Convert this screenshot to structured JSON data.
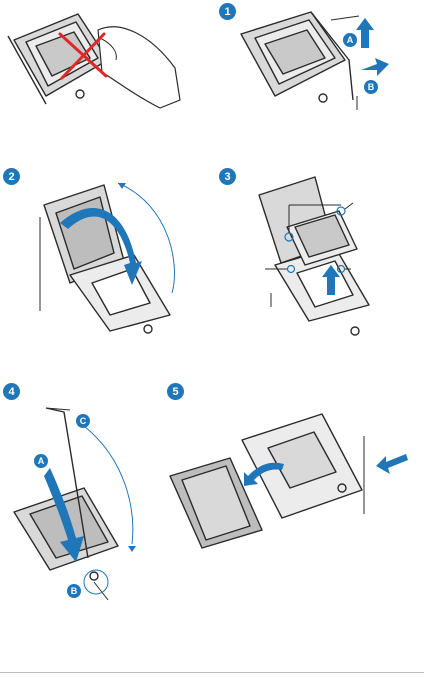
{
  "steps": {
    "s1": "1",
    "s2": "2",
    "s3": "3",
    "s4": "4",
    "s5": "5"
  },
  "labels": {
    "a1": "A",
    "b1": "B",
    "a4": "A",
    "b4": "B",
    "c4": "C"
  },
  "colors": {
    "accent": "#1f76b8",
    "cross": "#e02828",
    "line": "#2b2b2b",
    "fill_light": "#d9d9d9",
    "fill_mid": "#bdbdbd"
  }
}
